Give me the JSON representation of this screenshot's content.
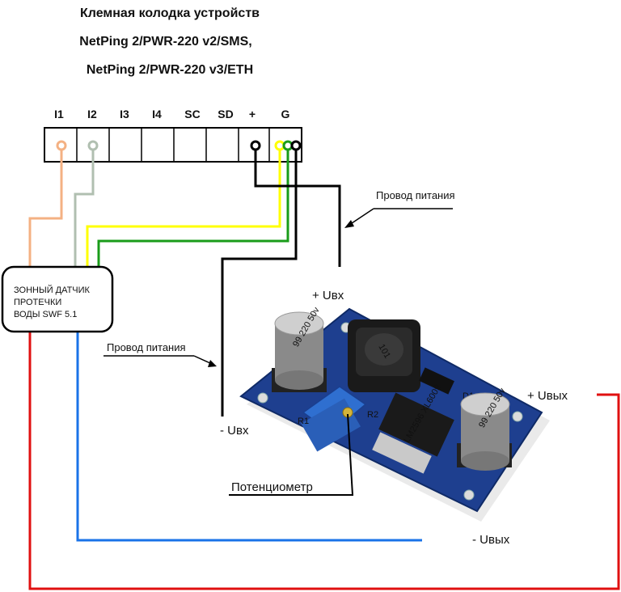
{
  "title": {
    "line1": "Клемная колодка устройств",
    "line2": "NetPing 2/PWR-220 v2/SMS,",
    "line3": "NetPing 2/PWR-220 v3/ETH"
  },
  "terminals": [
    "I1",
    "I2",
    "I3",
    "I4",
    "SC",
    "SD",
    "+",
    "G"
  ],
  "sensor": {
    "line1": "ЗОННЫЙ ДАТЧИК",
    "line2": "ПРОТЕЧКИ",
    "line3": "ВОДЫ SWF 5.1"
  },
  "labels": {
    "power_wire_top": "Провод питания",
    "power_wire_left": "Провод питания",
    "vin_plus": "+ Uвх",
    "vin_minus": "- Uвх",
    "vout_plus": "+ Uвых",
    "vout_minus": "- Uвых",
    "potentiometer": "Потенциометр"
  },
  "board": {
    "cap_left_text": "99 220 50v",
    "cap_right_text": "99 220 50v",
    "inductor_text": "101",
    "ic_text": "LM2596 XL6009",
    "r1": "R1",
    "r2": "R2",
    "d1": "D1"
  },
  "colors": {
    "wire_orange": "#f4b183",
    "wire_gray": "#b0bfb0",
    "wire_yellow": "#ffff00",
    "wire_green": "#1a9c1a",
    "wire_black": "#000000",
    "wire_red": "#e01010",
    "wire_blue": "#1a73e8",
    "pcb": "#1e3f8f"
  }
}
